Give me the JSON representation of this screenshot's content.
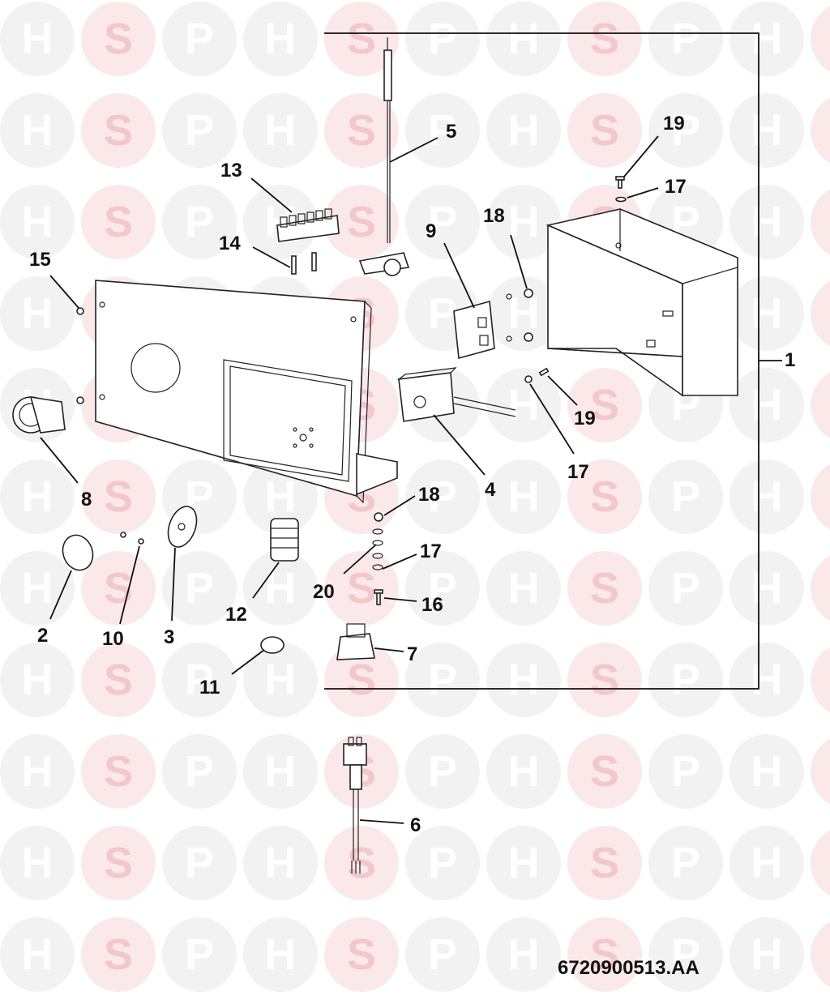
{
  "drawing_code": "6720900513.AA",
  "watermark": {
    "letters": [
      "H",
      "S",
      "P"
    ]
  },
  "colors": {
    "watermark_h_p_circle": "#f2f2f2",
    "watermark_s_circle": "#fbe9ea",
    "watermark_h_p_letter": "#ffffff",
    "watermark_s_letter": "#f3c7cb",
    "line": "#111111"
  },
  "callouts": [
    {
      "id": "c1",
      "label": "1"
    },
    {
      "id": "c2",
      "label": "2"
    },
    {
      "id": "c3",
      "label": "3"
    },
    {
      "id": "c4",
      "label": "4"
    },
    {
      "id": "c5",
      "label": "5"
    },
    {
      "id": "c6",
      "label": "6"
    },
    {
      "id": "c7",
      "label": "7"
    },
    {
      "id": "c8",
      "label": "8"
    },
    {
      "id": "c9",
      "label": "9"
    },
    {
      "id": "c10",
      "label": "10"
    },
    {
      "id": "c11",
      "label": "11"
    },
    {
      "id": "c12",
      "label": "12"
    },
    {
      "id": "c13",
      "label": "13"
    },
    {
      "id": "c14",
      "label": "14"
    },
    {
      "id": "c15",
      "label": "15"
    },
    {
      "id": "c16",
      "label": "16"
    },
    {
      "id": "c17a",
      "label": "17"
    },
    {
      "id": "c17b",
      "label": "17"
    },
    {
      "id": "c17c",
      "label": "17"
    },
    {
      "id": "c18a",
      "label": "18"
    },
    {
      "id": "c18b",
      "label": "18"
    },
    {
      "id": "c19a",
      "label": "19"
    },
    {
      "id": "c19b",
      "label": "19"
    },
    {
      "id": "c20",
      "label": "20"
    }
  ]
}
